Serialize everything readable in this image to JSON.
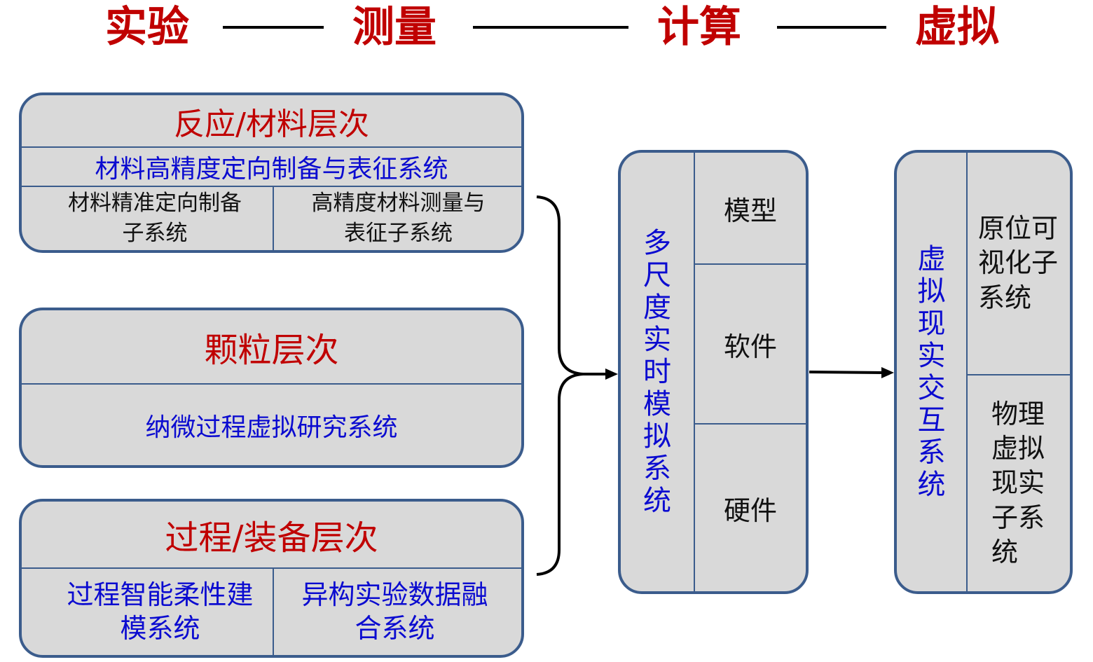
{
  "header": {
    "steps": [
      "实验",
      "测量",
      "计算",
      "虚拟"
    ]
  },
  "left": {
    "reaction": {
      "title": "反应/材料层次",
      "system": "材料高精度定向制备与表征系统",
      "sub_left": "材料精准定向制备子系统",
      "sub_right": "高精度材料测量与表征子系统"
    },
    "particle": {
      "title": "颗粒层次",
      "system": "纳微过程虚拟研究系统"
    },
    "process": {
      "title": "过程/装备层次",
      "sub_left": "过程智能柔性建模系统",
      "sub_right": "异构实验数据融合系统"
    }
  },
  "middle": {
    "title": "多尺度实时模拟系统",
    "items": [
      "模型",
      "软件",
      "硬件"
    ]
  },
  "right": {
    "title": "虚拟现实交互系统",
    "items": [
      "原位可视化子系统",
      "物理虚拟现实子系统"
    ]
  },
  "colors": {
    "header_red": "#c00000",
    "title_red": "#c00000",
    "blue_text": "#0b0bd0",
    "box_fill": "#d9d9d9",
    "box_border": "#3b5c8c"
  }
}
